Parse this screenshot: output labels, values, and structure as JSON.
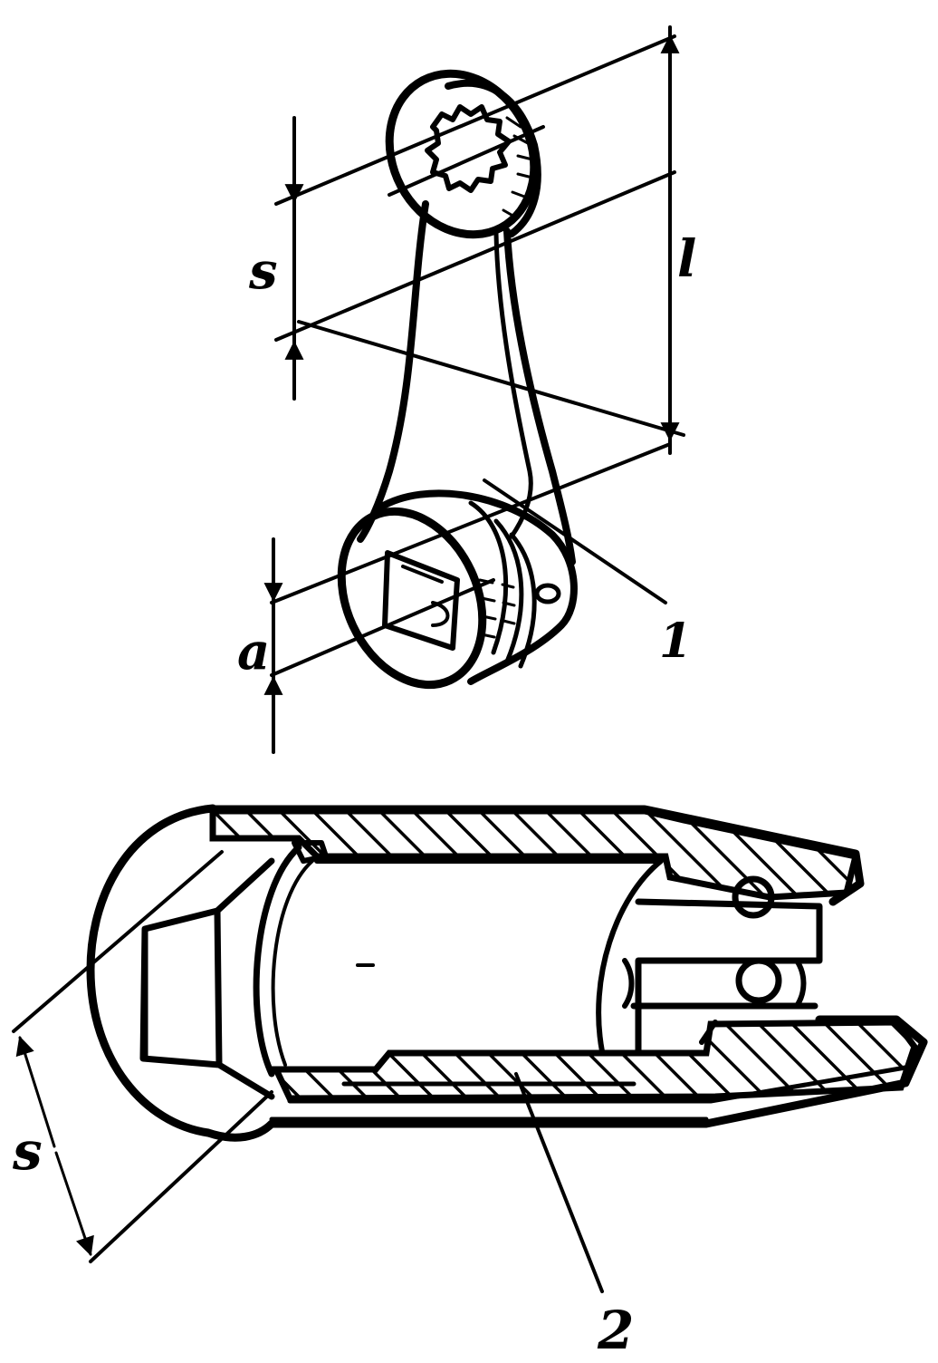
{
  "labels": {
    "s_top": "s",
    "l": "l",
    "a": "a",
    "part_1": "1",
    "s_bottom": "s",
    "part_2": "2"
  },
  "colors": {
    "ink": "#000000",
    "paper": "#ffffff"
  }
}
